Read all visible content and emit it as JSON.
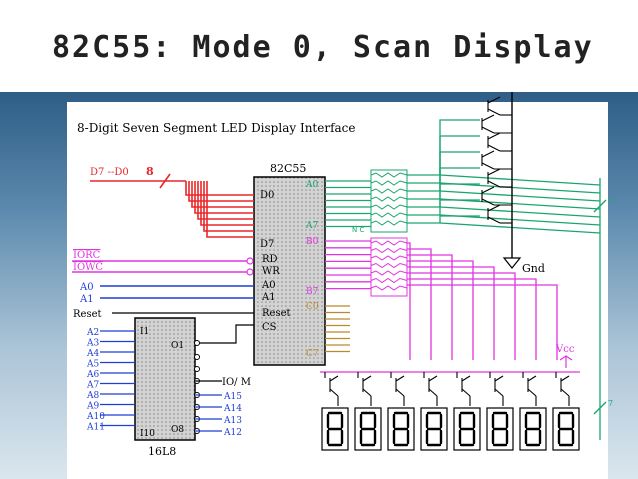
{
  "title": "82C55: Mode 0, Scan Display",
  "diagram": {
    "heading": "8-Digit Seven Segment LED Display Interface",
    "chip_name": "82C55",
    "decoder_name": "16L8",
    "data_bus_label": "D7 --D0",
    "bus_width": "8",
    "gnd_label": "Gnd",
    "vcc_label": "Vcc",
    "nc_label": "N C",
    "io_m_label": "IO/ M",
    "reset_label": "Reset",
    "chip_reset_label": "Reset",
    "cs_label": "CS",
    "left_signals": [
      "IORC",
      "IOWC",
      "A0",
      "A1"
    ],
    "chip_left_pins": [
      "D0",
      "D7",
      "RD",
      "WR",
      "A0",
      "A1"
    ],
    "chip_right_pins": [
      "A0",
      "A7",
      "B0",
      "B7",
      "C0",
      "C7"
    ],
    "decoder_inputs": [
      "A2",
      "A3",
      "A4",
      "A5",
      "A6",
      "A7",
      "A8",
      "A9",
      "A10",
      "A11"
    ],
    "decoder_in_marks": [
      "I1",
      "I10"
    ],
    "decoder_out_marks": [
      "O1",
      "O8"
    ],
    "decoder_right_labels": [
      "A15",
      "A14",
      "A13",
      "A12"
    ],
    "digit_count": 8,
    "colors": {
      "data_bus": "#e8262a",
      "address": "#1f3ed6",
      "port_a": "#1aa56f",
      "port_b": "#e034e0",
      "port_c": "#b78a2a",
      "chip_fill": "#d3d3d3"
    }
  }
}
